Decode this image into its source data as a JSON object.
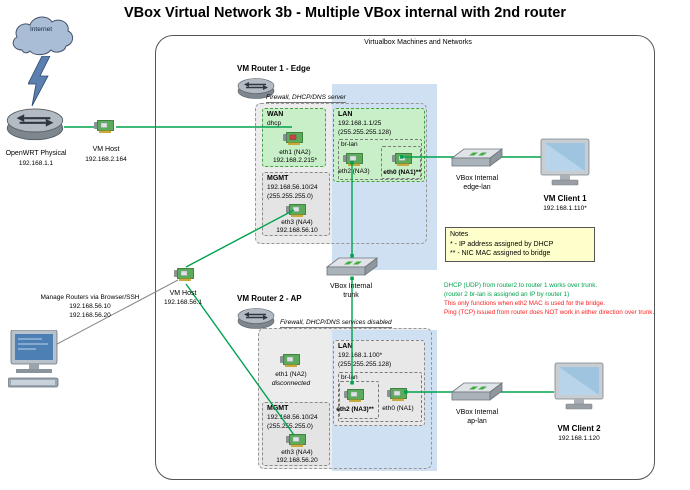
{
  "title": "VBox Virtual Network 3b - Multiple VBox internal with 2nd router",
  "container": {
    "label": "Virtualbox Machines and Networks"
  },
  "internet": {
    "label": "Internet"
  },
  "openwrt": {
    "name": "OpenWRT Physical",
    "ip": "192.168.1.1"
  },
  "vm_host_wan": {
    "name": "VM Host",
    "ip": "192.168.2.164"
  },
  "vm_host_mgmt": {
    "name": "VM Host",
    "ip": "192.168.56.1"
  },
  "manage_pc": {
    "line1": "Manage Routers via Browser/SSH",
    "ip1": "192.168.56.10",
    "ip2": "192.168.56.20"
  },
  "router1": {
    "title": "VM Router 1 - Edge",
    "subtitle": "Firewall, DHCP/DNS server",
    "wan": {
      "label": "WAN",
      "mode": "dhcp",
      "nic": "eth1 (NA2)",
      "ip": "192.168.2.215*"
    },
    "lan": {
      "label": "LAN",
      "ip": "192.168.1.1/25",
      "mask": "(255.255.255.128)",
      "bridge": "br-lan",
      "nic_left": "eth2 (NA3)",
      "nic_right": "eth0 (NA1)**"
    },
    "mgmt": {
      "label": "MGMT",
      "subnet": "192.168.56.10/24",
      "mask": "(255.255.255.0)",
      "nic": "eth3 (NA4)",
      "ip": "192.168.56.10"
    }
  },
  "router2": {
    "title": "VM Router 2 - AP",
    "subtitle": "Firewall, DHCP/DNS services disabled",
    "wan": {
      "nic": "eth1 (NA2)",
      "status": "disconnected"
    },
    "lan": {
      "label": "LAN",
      "ip": "192.168.1.100*",
      "mask": "(255.255.255.128)",
      "bridge": "br-lan",
      "nic_left": "eth2 (NA3)**",
      "nic_right": "eth0 (NA1)"
    },
    "mgmt": {
      "label": "MGMT",
      "subnet": "192.168.56.10/24",
      "mask": "(255.255.255.0)",
      "nic": "eth3 (NA4)",
      "ip": "192.168.56.20"
    }
  },
  "edge_lan_switch": {
    "name": "VBox Internal",
    "net": "edge-lan"
  },
  "trunk_switch": {
    "name": "VBox Internal",
    "net": "trunk"
  },
  "ap_lan_switch": {
    "name": "VBox Internal",
    "net": "ap-lan"
  },
  "client1": {
    "name": "VM Client 1",
    "ip": "192.168.1.110*"
  },
  "client2": {
    "name": "VM Client 2",
    "ip": "192.168.1.120"
  },
  "notes": {
    "title": "Notes",
    "line1": "* - IP address assigned by DHCP",
    "line2": "** - NIC MAC assigned to bridge"
  },
  "annotation": {
    "green1": "DHCP (UDP) from router2 to router 1 works over trunk.",
    "green2": "(router 2 br-lan is assigned an IP by router 1)",
    "red1": "This only functions when eth2 MAC is used for the bridge.",
    "red2": "Ping (TCP) issued from router does NOT work in either direction over trunk."
  },
  "colors": {
    "wire_green": "#00a24d",
    "ann_green": "#00a24d",
    "ann_red": "#ff2020",
    "notes_bg": "#ffffcc",
    "net_blue": "#cfe0f2",
    "zone_green": "#c9efc9",
    "zone_gray": "#e4e4e4"
  }
}
